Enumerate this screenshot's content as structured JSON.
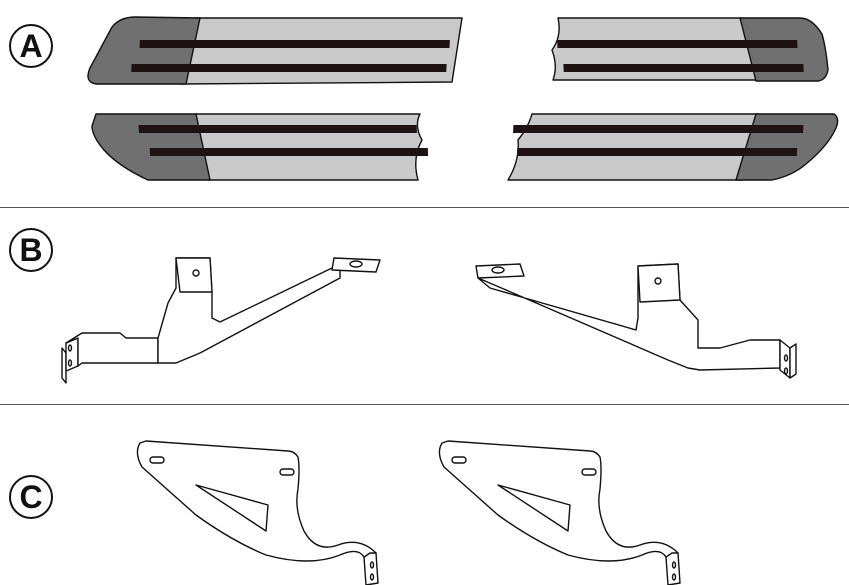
{
  "sections": [
    {
      "label": "A"
    },
    {
      "label": "B"
    },
    {
      "label": "C"
    }
  ],
  "colors": {
    "end_cap": "#707070",
    "board_body": "#c9c9c9",
    "stripe": "#1e1213",
    "outline": "#111111",
    "divider": "#555555"
  }
}
